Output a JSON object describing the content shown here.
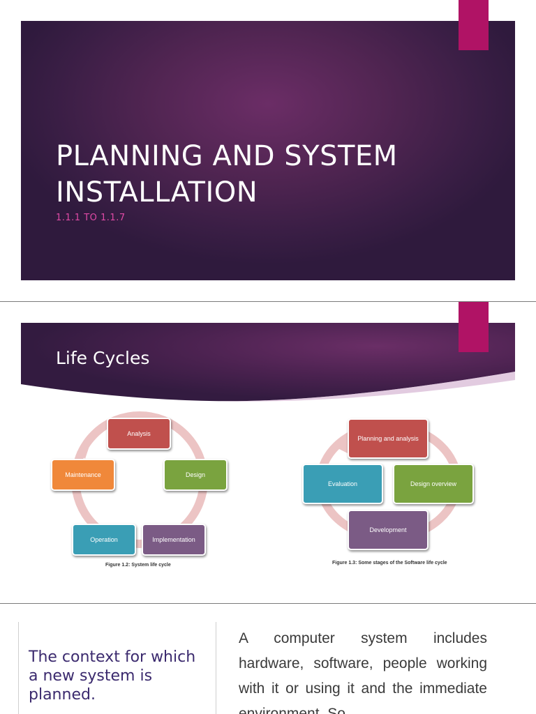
{
  "slide1": {
    "title_line1": "PLANNING AND SYSTEM",
    "title_line2": "INSTALLATION",
    "subtitle": "1.1.1 TO 1.1.7"
  },
  "slide2": {
    "title": "Life Cycles",
    "system_cycle": {
      "nodes": [
        "Analysis",
        "Design",
        "Implementation",
        "Operation",
        "Maintenance"
      ],
      "caption": "Figure 1.2:  System life cycle"
    },
    "software_cycle": {
      "nodes": [
        "Planning and analysis",
        "Design overview",
        "Development",
        "Evaluation"
      ],
      "caption": "Figure 1.3:  Some stages of the Software life cycle"
    }
  },
  "slide3": {
    "left_text": "The context for which a new system is planned.",
    "right_text": "A computer system includes hardware, software, people working with it or using it and the immediate environment. So"
  },
  "colors": {
    "accent": "#b01365",
    "purple_dark": "#3a1e45",
    "subtitle_pink": "#e04aa6",
    "analysis": "#c0504d",
    "design": "#7aa33f",
    "implementation": "#7b5b85",
    "operation": "#3a9eb5",
    "maintenance": "#f0883a",
    "heading_text": "#3b2a6e"
  }
}
